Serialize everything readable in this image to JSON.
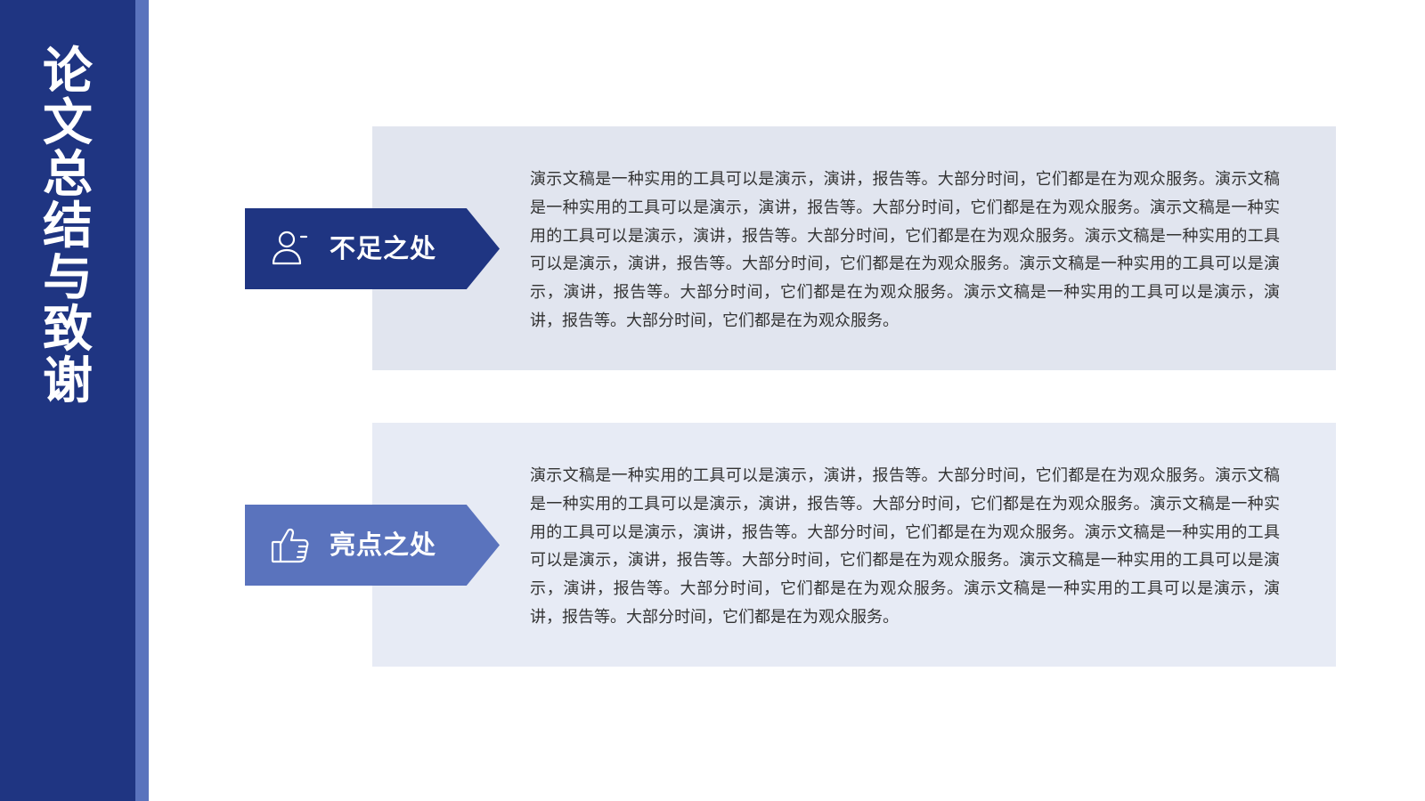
{
  "sidebar": {
    "title": "论文总结与致谢"
  },
  "sections": [
    {
      "label": "不足之处",
      "icon": "user-minus-icon",
      "text": "演示文稿是一种实用的工具可以是演示，演讲，报告等。大部分时间，它们都是在为观众服务。演示文稿是一种实用的工具可以是演示，演讲，报告等。大部分时间，它们都是在为观众服务。演示文稿是一种实用的工具可以是演示，演讲，报告等。大部分时间，它们都是在为观众服务。演示文稿是一种实用的工具可以是演示，演讲，报告等。大部分时间，它们都是在为观众服务。演示文稿是一种实用的工具可以是演示，演讲，报告等。大部分时间，它们都是在为观众服务。演示文稿是一种实用的工具可以是演示，演讲，报告等。大部分时间，它们都是在为观众服务。"
    },
    {
      "label": "亮点之处",
      "icon": "thumbs-up-icon",
      "text": "演示文稿是一种实用的工具可以是演示，演讲，报告等。大部分时间，它们都是在为观众服务。演示文稿是一种实用的工具可以是演示，演讲，报告等。大部分时间，它们都是在为观众服务。演示文稿是一种实用的工具可以是演示，演讲，报告等。大部分时间，它们都是在为观众服务。演示文稿是一种实用的工具可以是演示，演讲，报告等。大部分时间，它们都是在为观众服务。演示文稿是一种实用的工具可以是演示，演讲，报告等。大部分时间，它们都是在为观众服务。演示文稿是一种实用的工具可以是演示，演讲，报告等。大部分时间，它们都是在为观众服务。"
    }
  ],
  "colors": {
    "primary": "#1f3582",
    "secondary": "#5a73bd",
    "card_bg_1": "#e1e5ef",
    "card_bg_2": "#e7ebf5",
    "text": "#333333"
  }
}
